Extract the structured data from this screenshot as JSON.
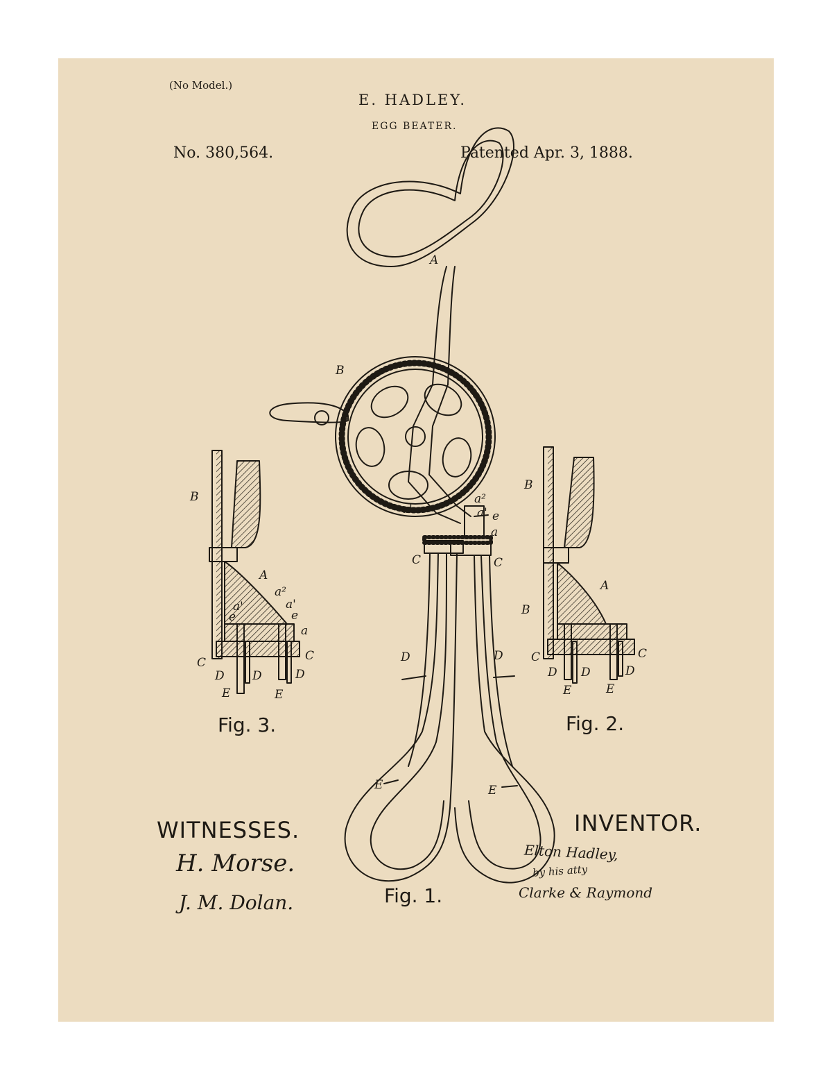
{
  "header": {
    "no_model": "(No Model.)",
    "inventor_name": "E. HADLEY.",
    "invention_title": "EGG BEATER.",
    "patent_number": "No. 380,564.",
    "patent_date": "Patented Apr. 3, 1888."
  },
  "figures": {
    "fig1": "Fig. 1.",
    "fig2": "Fig. 2.",
    "fig3": "Fig. 3."
  },
  "labels": {
    "A": "A",
    "B": "B",
    "C": "C",
    "D": "D",
    "E": "E",
    "a": "a",
    "a_prime": "a'",
    "a_two": "a²",
    "e": "e"
  },
  "footer": {
    "witnesses_heading": "WITNESSES.",
    "inventor_heading": "INVENTOR.",
    "witness_signature_1": "H. Morse.",
    "witness_signature_2": "J. M. Dolan.",
    "inventor_signature_line_1": "Elton Hadley,",
    "inventor_signature_line_2": "by his atty",
    "inventor_signature_line_3": "Clarke & Raymond"
  },
  "colors": {
    "paper": "#ecdcc0",
    "ink": "#1e1a14",
    "border": "#ffffff"
  }
}
